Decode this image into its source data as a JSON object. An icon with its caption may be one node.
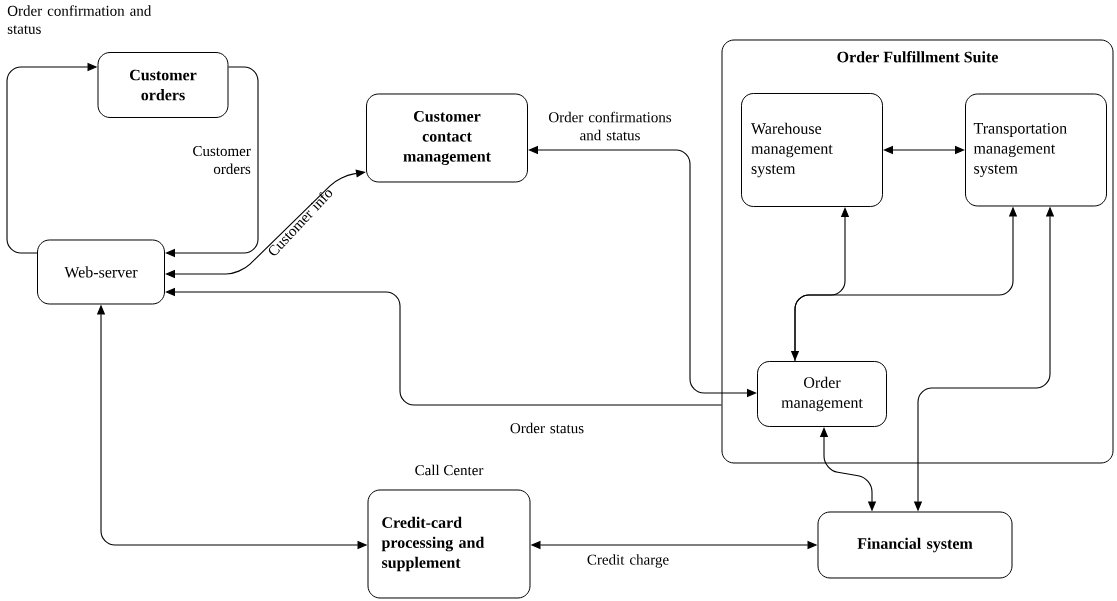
{
  "diagram": {
    "nodes": [
      {
        "text": [
          "Customer orders"
        ]
      },
      {
        "text": [
          "Customer contact management"
        ]
      },
      {
        "text": [
          "Order Fulfillment Suite"
        ]
      },
      {
        "text": [
          "Warehouse management system"
        ],
        "in": 2
      },
      {
        "text": [
          "Transportation management system"
        ],
        "in": 2
      },
      {
        "text": [
          "Web-server"
        ]
      },
      {
        "text": [
          "Order management"
        ],
        "in": 2
      },
      {
        "text": [
          "Credit-card processing and supplement"
        ],
        "beside": [
          "Call Center"
        ]
      },
      {
        "text": [
          "Financial system"
        ]
      }
    ],
    "edges": [
      {
        "from": 5,
        "to": 0,
        "arrow": "to",
        "label": "Order confirmation and status"
      },
      {
        "from": 0,
        "to": 5,
        "arrow": "to",
        "label": "Customer orders"
      },
      {
        "from": 5,
        "to": 1,
        "arrow": "both",
        "label": "Customer info"
      },
      {
        "from": 1,
        "to": 6,
        "arrow": "both",
        "label": "Order confirmations and status"
      },
      {
        "from": 2,
        "to": 5,
        "arrow": "to",
        "label": "Order status"
      },
      {
        "from": 3,
        "to": 4,
        "arrow": "both"
      },
      {
        "from": 3,
        "to": 6,
        "arrow": "both"
      },
      {
        "from": 6,
        "to": 4,
        "arrow": "to"
      },
      {
        "from": 6,
        "to": 8,
        "arrow": "both"
      },
      {
        "from": 4,
        "to": 8,
        "arrow": "both"
      },
      {
        "from": 5,
        "to": 7,
        "arrow": "both"
      },
      {
        "from": 7,
        "to": 8,
        "arrow": "both",
        "label": "Credit charge"
      }
    ]
  }
}
